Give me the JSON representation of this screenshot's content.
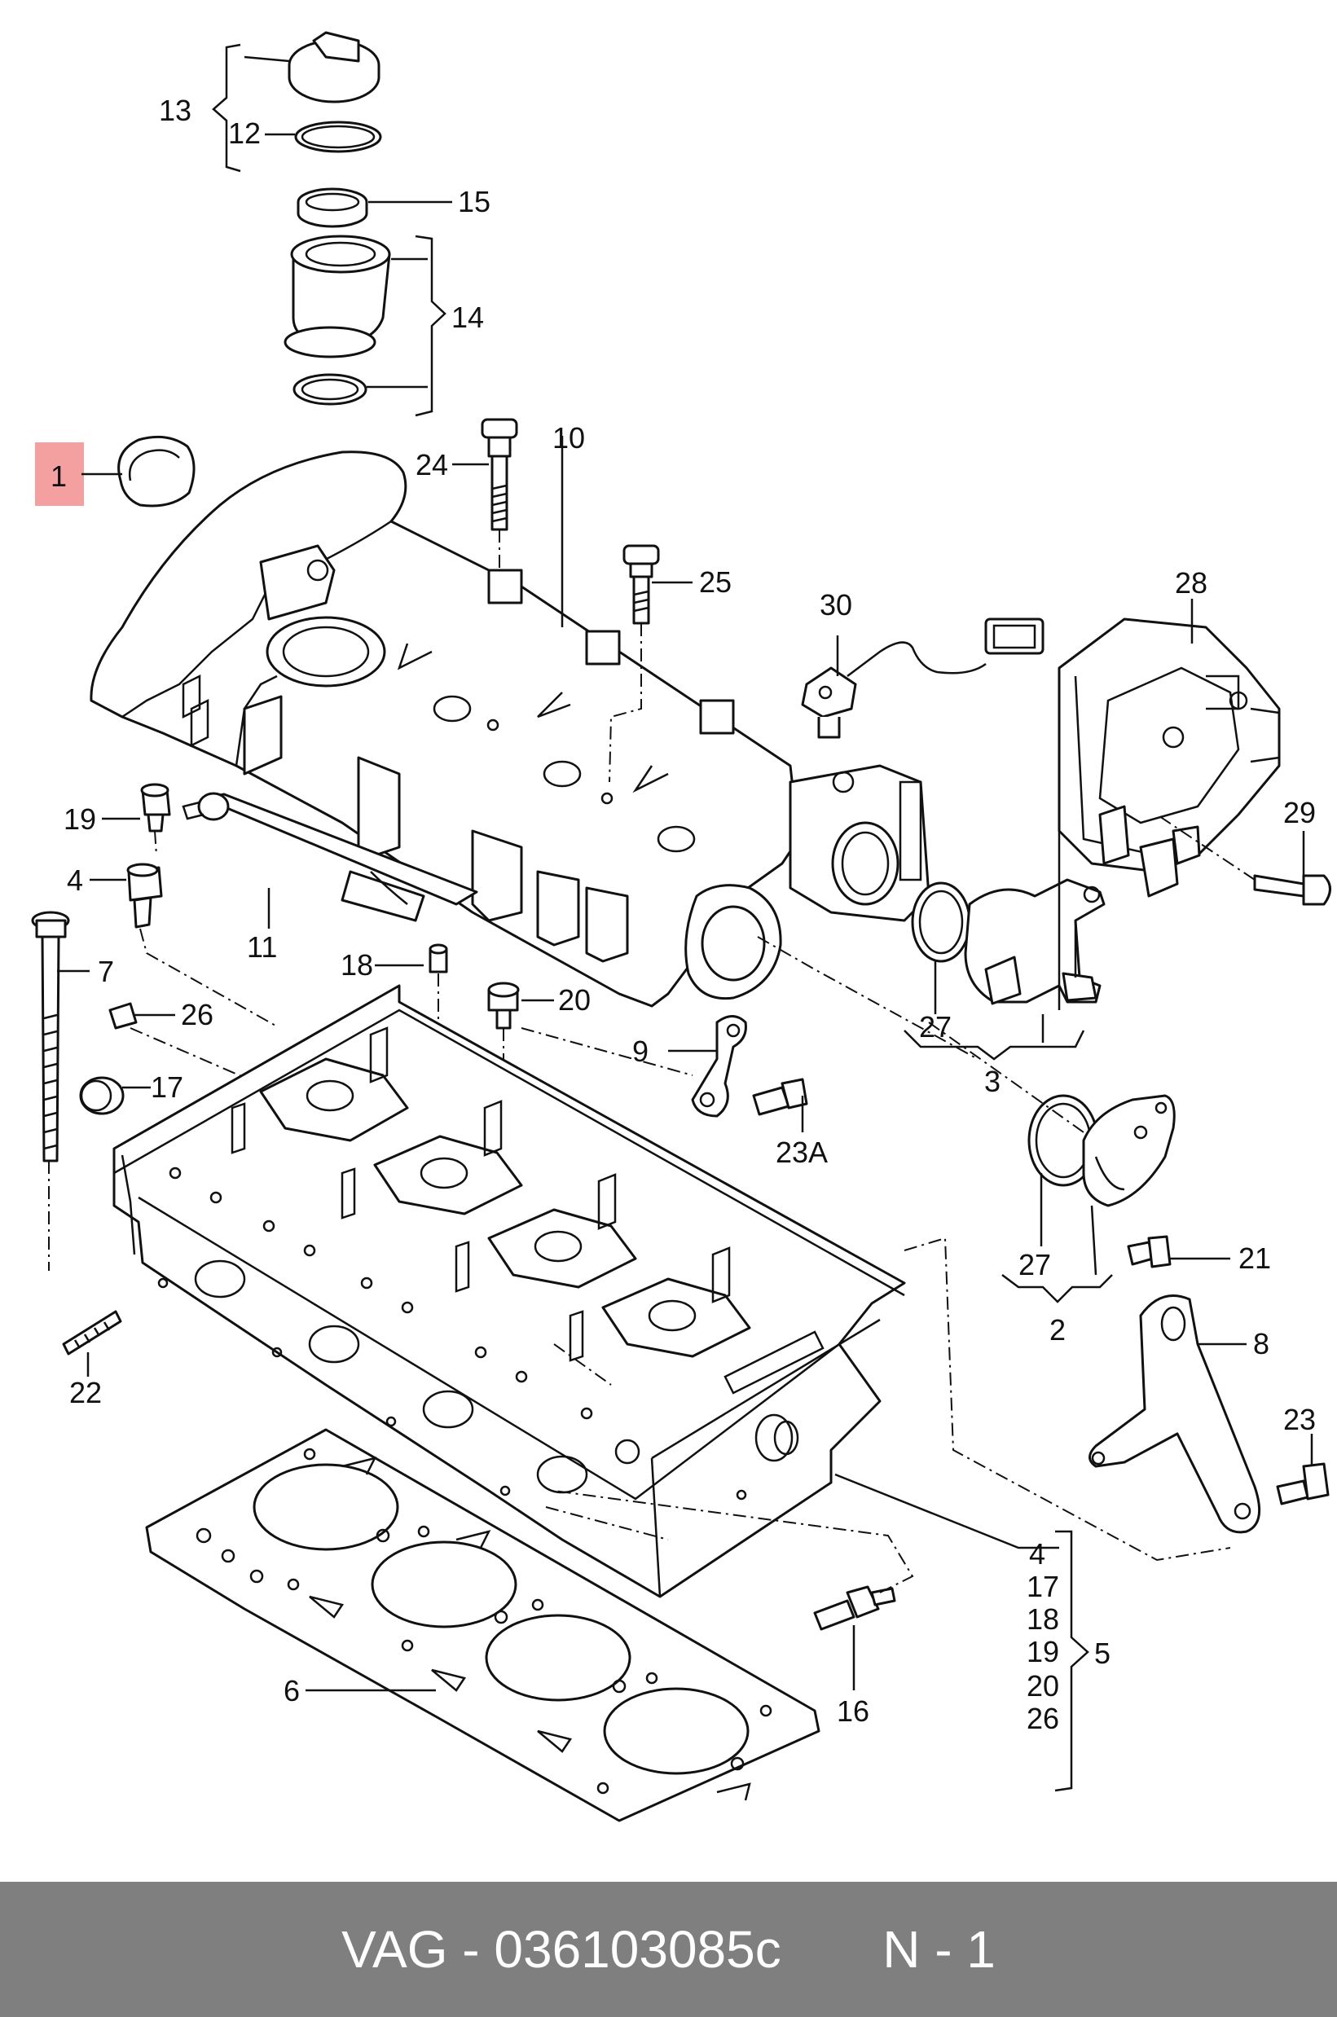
{
  "diagram": {
    "highlight_color": "#f4a0a0",
    "labels": {
      "l1": "1",
      "l2": "2",
      "l3": "3",
      "l4": "4",
      "l5": "5",
      "l6": "6",
      "l7": "7",
      "l8": "8",
      "l9": "9",
      "l10": "10",
      "l11": "11",
      "l12": "12",
      "l13": "13",
      "l14": "14",
      "l15": "15",
      "l16": "16",
      "l17": "17",
      "l18": "18",
      "l19": "19",
      "l20": "20",
      "l21": "21",
      "l22": "22",
      "l23": "23",
      "l23a": "23A",
      "l24": "24",
      "l25": "25",
      "l26": "26",
      "l27a": "27",
      "l27b": "27",
      "l28": "28",
      "l29": "29",
      "l30": "30",
      "g5_4": "4",
      "g5_17": "17",
      "g5_18": "18",
      "g5_19": "19",
      "g5_20": "20",
      "g5_26": "26"
    }
  },
  "footer": {
    "brand": "VAG",
    "separator": " - ",
    "part_number": "036103085c",
    "position_ref": "N - 1",
    "color": "#7f7f7f"
  }
}
